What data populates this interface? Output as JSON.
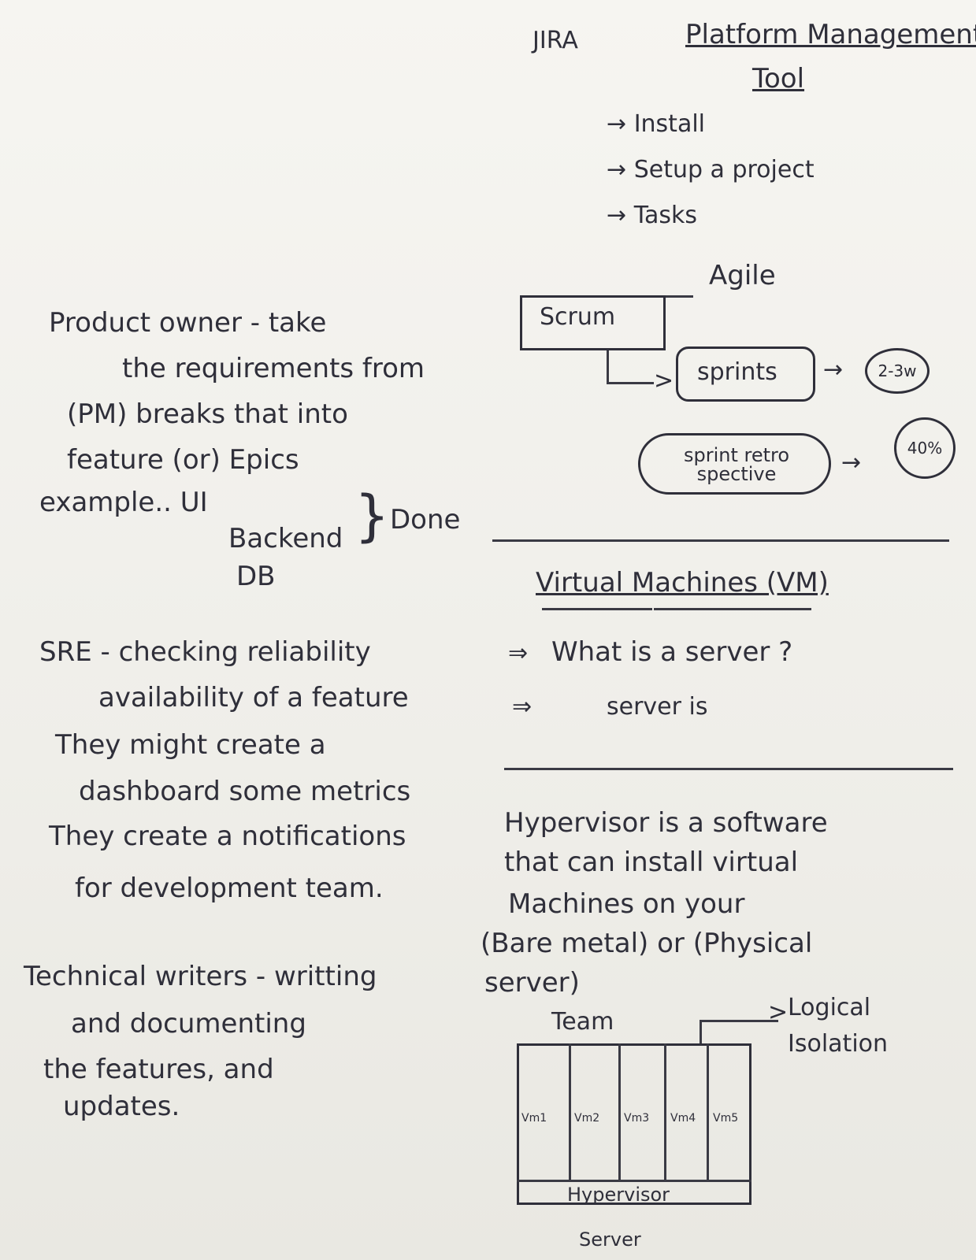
{
  "header": {
    "jira": "JIRA",
    "title_line1": "Platform Management",
    "title_line2": "Tool"
  },
  "jira_steps": [
    "Install",
    "Setup a project",
    "Tasks"
  ],
  "agile": {
    "label": "Agile",
    "scrum": "Scrum",
    "sprints": "sprints",
    "sprint_duration": "2-3w",
    "retro": "sprint retro spective",
    "retro_pct": "40%"
  },
  "product_owner": {
    "lines": [
      "Product owner - take",
      "the requirements from",
      "(PM) breaks that into",
      "feature (or) Epics",
      "example.. UI"
    ],
    "stack": [
      "Backend",
      "DB"
    ],
    "done": "Done"
  },
  "vm_section": {
    "heading": "Virtual Machines (VM)",
    "question": "What is a server ?",
    "answer": "server is",
    "hypervisor_lines": [
      "Hypervisor   is a software",
      "that can install virtual",
      "Machines on your",
      "(Bare metal) or (Physical",
      "server)"
    ],
    "team": "Team",
    "logical_isolation": [
      "Logical",
      "Isolation"
    ],
    "vm_boxes": [
      "Vm1",
      "Vm2",
      "Vm3",
      "Vm4",
      "Vm5"
    ],
    "hypervisor_base": "Hypervisor",
    "server_base": "Server"
  },
  "sre": {
    "lines": [
      "SRE - checking reliability",
      "availability of a feature",
      "They might create a",
      "dashboard some metrics",
      "They create a notifications",
      "for development team."
    ]
  },
  "tech_writers": {
    "lines": [
      "Technical writers - writting",
      "and documenting",
      "the features, and",
      "updates."
    ]
  }
}
